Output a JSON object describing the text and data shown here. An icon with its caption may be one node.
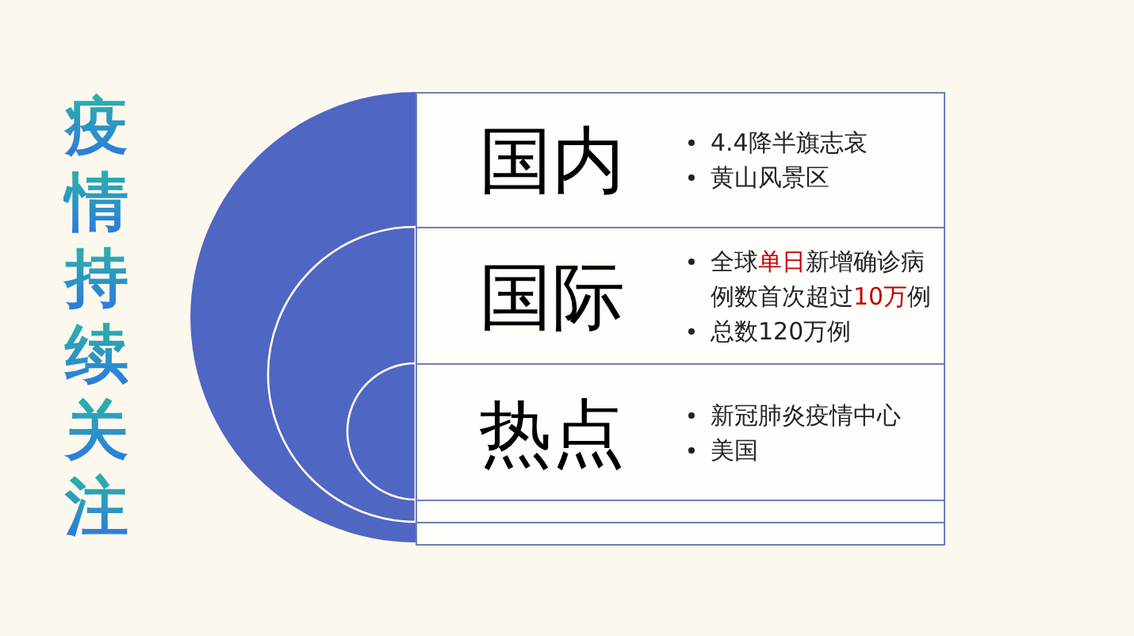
{
  "diagram": {
    "title": "疫情持续关注",
    "nodes": [
      {
        "text": [
          "国内",
          "4.4降半旗志哀",
          "黄山风景区"
        ]
      },
      {
        "text": [
          "国际",
          "全球**单日**新增确诊病例数首次超过**10万**例",
          "总数120万例"
        ]
      },
      {
        "text": [
          "热点",
          "新冠肺炎疫情中心",
          "美国"
        ]
      },
      {
        "text": [],
        "shape": "box"
      },
      {
        "text": [],
        "shape": "box"
      }
    ]
  }
}
